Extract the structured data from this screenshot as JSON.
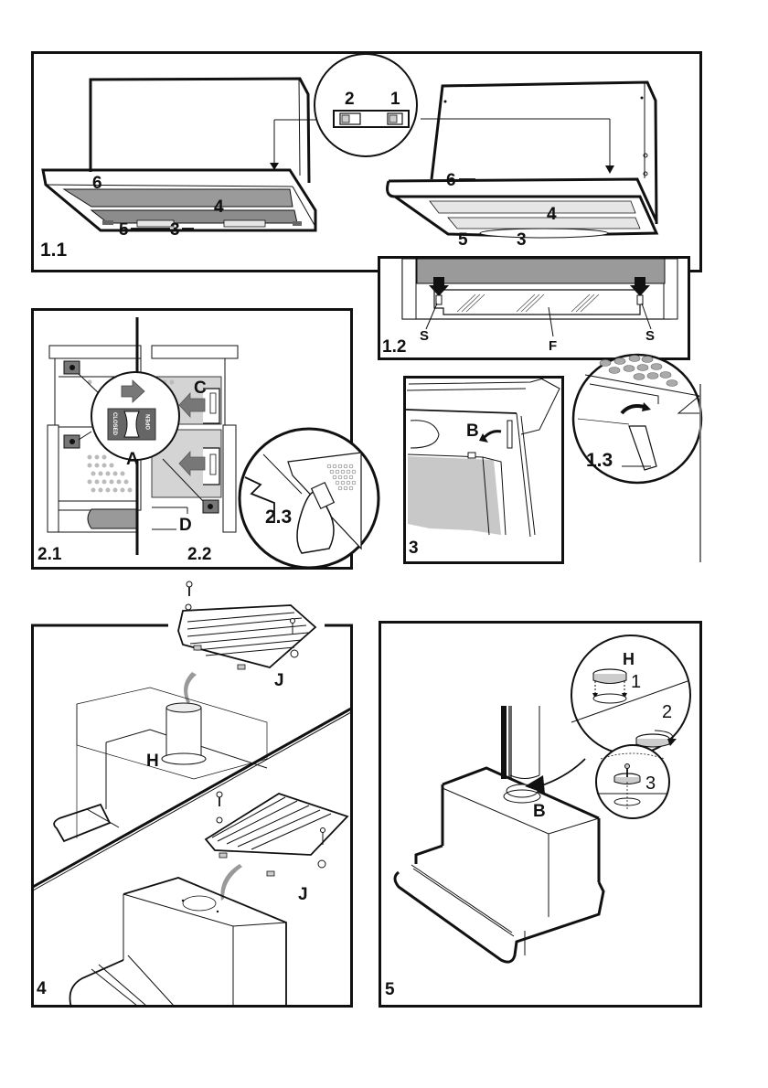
{
  "document": {
    "type": "cooker hood installation illustrations",
    "figures": [
      {
        "id": "fig-1-1",
        "label": "1.1",
        "callouts": [
          "6",
          "4",
          "5",
          "3",
          "6",
          "4",
          "5",
          "3"
        ],
        "switch_positions": [
          "2",
          "1"
        ]
      },
      {
        "id": "fig-1-2",
        "label": "1.2",
        "callouts": [
          "S",
          "F",
          "S"
        ]
      },
      {
        "id": "fig-1-3",
        "label": "1.3"
      },
      {
        "id": "fig-2-1",
        "label": "2.1",
        "callouts": [
          "A"
        ],
        "switch_text": {
          "left": "CLOSED",
          "right": "OPEN"
        }
      },
      {
        "id": "fig-2-2",
        "label": "2.2",
        "callouts": [
          "C",
          "D"
        ]
      },
      {
        "id": "fig-2-3",
        "label": "2.3"
      },
      {
        "id": "fig-3",
        "label": "3",
        "callouts": [
          "B"
        ]
      },
      {
        "id": "fig-4",
        "label": "4",
        "callouts": [
          "J",
          "H",
          "J"
        ]
      },
      {
        "id": "fig-5",
        "label": "5",
        "callouts": [
          "H",
          "1",
          "2",
          "3",
          "B"
        ]
      }
    ]
  },
  "labels": {
    "f11": "1.1",
    "f12": "1.2",
    "f13": "1.3",
    "f21": "2.1",
    "f22": "2.2",
    "f23": "2.3",
    "f3": "3",
    "f4": "4",
    "f5": "5",
    "n1": "1",
    "n2": "2",
    "n3": "3",
    "n4": "4",
    "n5": "5",
    "n6": "6",
    "A": "A",
    "B": "B",
    "C": "C",
    "D": "D",
    "F": "F",
    "H": "H",
    "J": "J",
    "S": "S",
    "closed": "CLOSED",
    "open": "OPEN"
  },
  "colors": {
    "ink": "#111111",
    "filter_grey": "#9a9a9a",
    "light_grey": "#d0d0d0",
    "mid_grey": "#777777"
  }
}
